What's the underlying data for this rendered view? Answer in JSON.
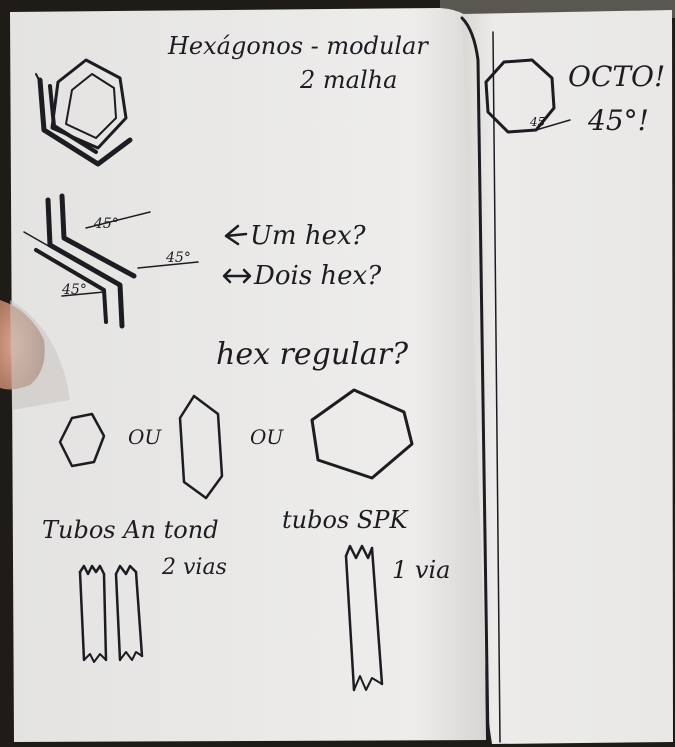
{
  "notebook": {
    "left_page": {
      "title_line1": "Hexágonos - modular",
      "title_line2": "2 malha",
      "angle_label_a": "45°",
      "angle_label_b": "45°",
      "angle_label_c": "45°",
      "question_one_hex": "Um hex?",
      "question_two_hex": "Dois hex?",
      "question_regular": "hex regular?",
      "or_label_1": "OU",
      "or_label_2": "OU",
      "tubes_left_label": "Tubos An tond",
      "tubes_left_count": "2 vias",
      "tubes_right_label": "tubos SPK",
      "tubes_right_count": "1 via"
    },
    "right_page": {
      "octo_label": "OCTO!",
      "octo_angle": "45°!",
      "octo_inner_angle": "45"
    }
  },
  "colors": {
    "page": "#ecebea",
    "page_shadow": "#d9d8d6",
    "ink": "#1c1c22",
    "background": "#1f1c18",
    "finger": "#c98f74"
  }
}
